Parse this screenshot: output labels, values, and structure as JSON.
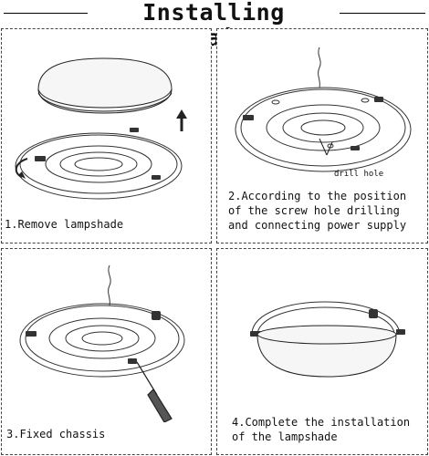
{
  "title": "Installing Details",
  "steps": [
    {
      "caption": "1.Remove lampshade"
    },
    {
      "caption_lines": [
        "2.According to the position",
        "of the screw hole drilling",
        "and connecting power supply"
      ],
      "callout": "drill hole"
    },
    {
      "caption": "3.Fixed chassis"
    },
    {
      "caption_lines": [
        "4.Complete the installation",
        "of the lampshade"
      ]
    }
  ]
}
